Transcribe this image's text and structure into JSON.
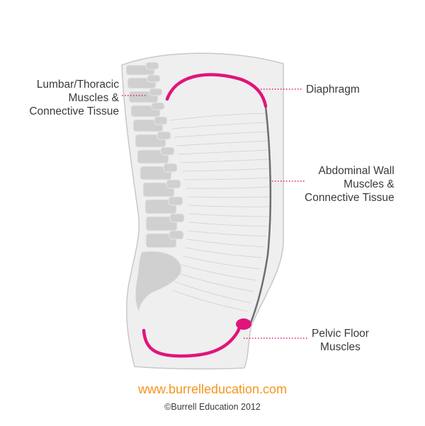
{
  "labels": {
    "lumbar": [
      "Lumbar/Thoracic",
      "Muscles &",
      "Connective Tissue"
    ],
    "diaphragm": [
      "Diaphragm"
    ],
    "abdominal": [
      "Abdominal Wall",
      "Muscles &",
      "Connective Tissue"
    ],
    "pelvic": [
      "Pelvic Floor",
      "Muscles"
    ]
  },
  "footer": {
    "website": "www.burrelleducation.com",
    "copyright": "©Burrell Education 2012"
  },
  "colors": {
    "muscle": "#e0157a",
    "body": "#efefef",
    "outline": "#c8c8c8",
    "spine": "#d0d0d0",
    "abdominal_line": "#6d6e70",
    "fiber": "#cfcfcf",
    "leader": "#e0157a",
    "website": "#f7941d",
    "text": "#3a3a3a"
  }
}
